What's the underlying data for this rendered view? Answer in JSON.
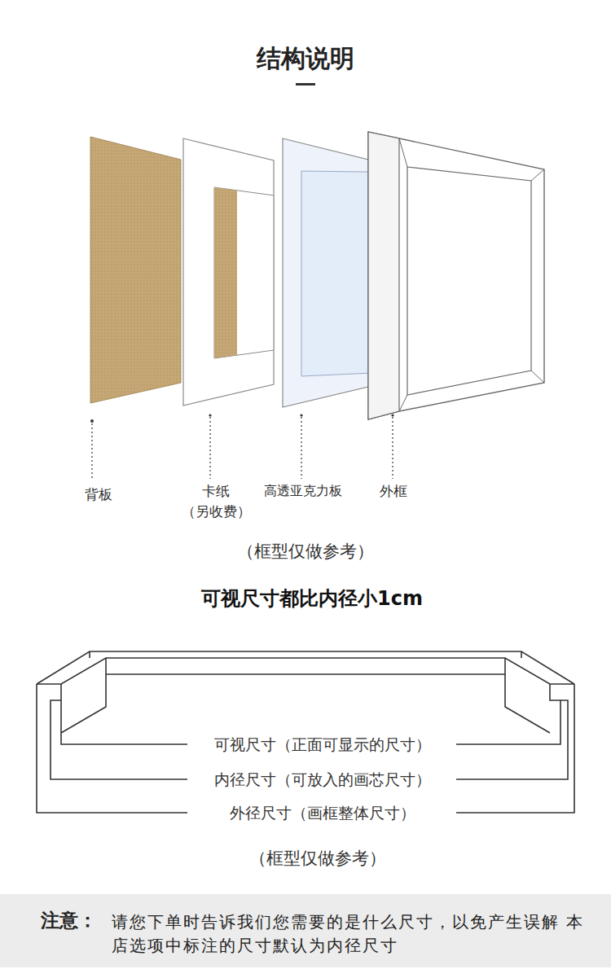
{
  "diagram": {
    "title": "结构说明",
    "nodes": [
      {
        "text": [
          "注意：",
          "请您下单时告诉我们您需要的是什么尺寸，以免产生误解 本店选项中标注的尺寸默认为内径尺寸"
        ]
      }
    ],
    "labels": [
      "背板",
      "卡纸",
      "（另收费）",
      "高透亚克力板",
      "外框",
      "（框型仅做参考）",
      "可视尺寸都比内径小1cm",
      "可视尺寸（正面可显示的尺寸）",
      "内径尺寸（可放入的画芯尺寸）",
      "外径尺寸（画框整体尺寸）",
      "（框型仅做参考）"
    ]
  }
}
